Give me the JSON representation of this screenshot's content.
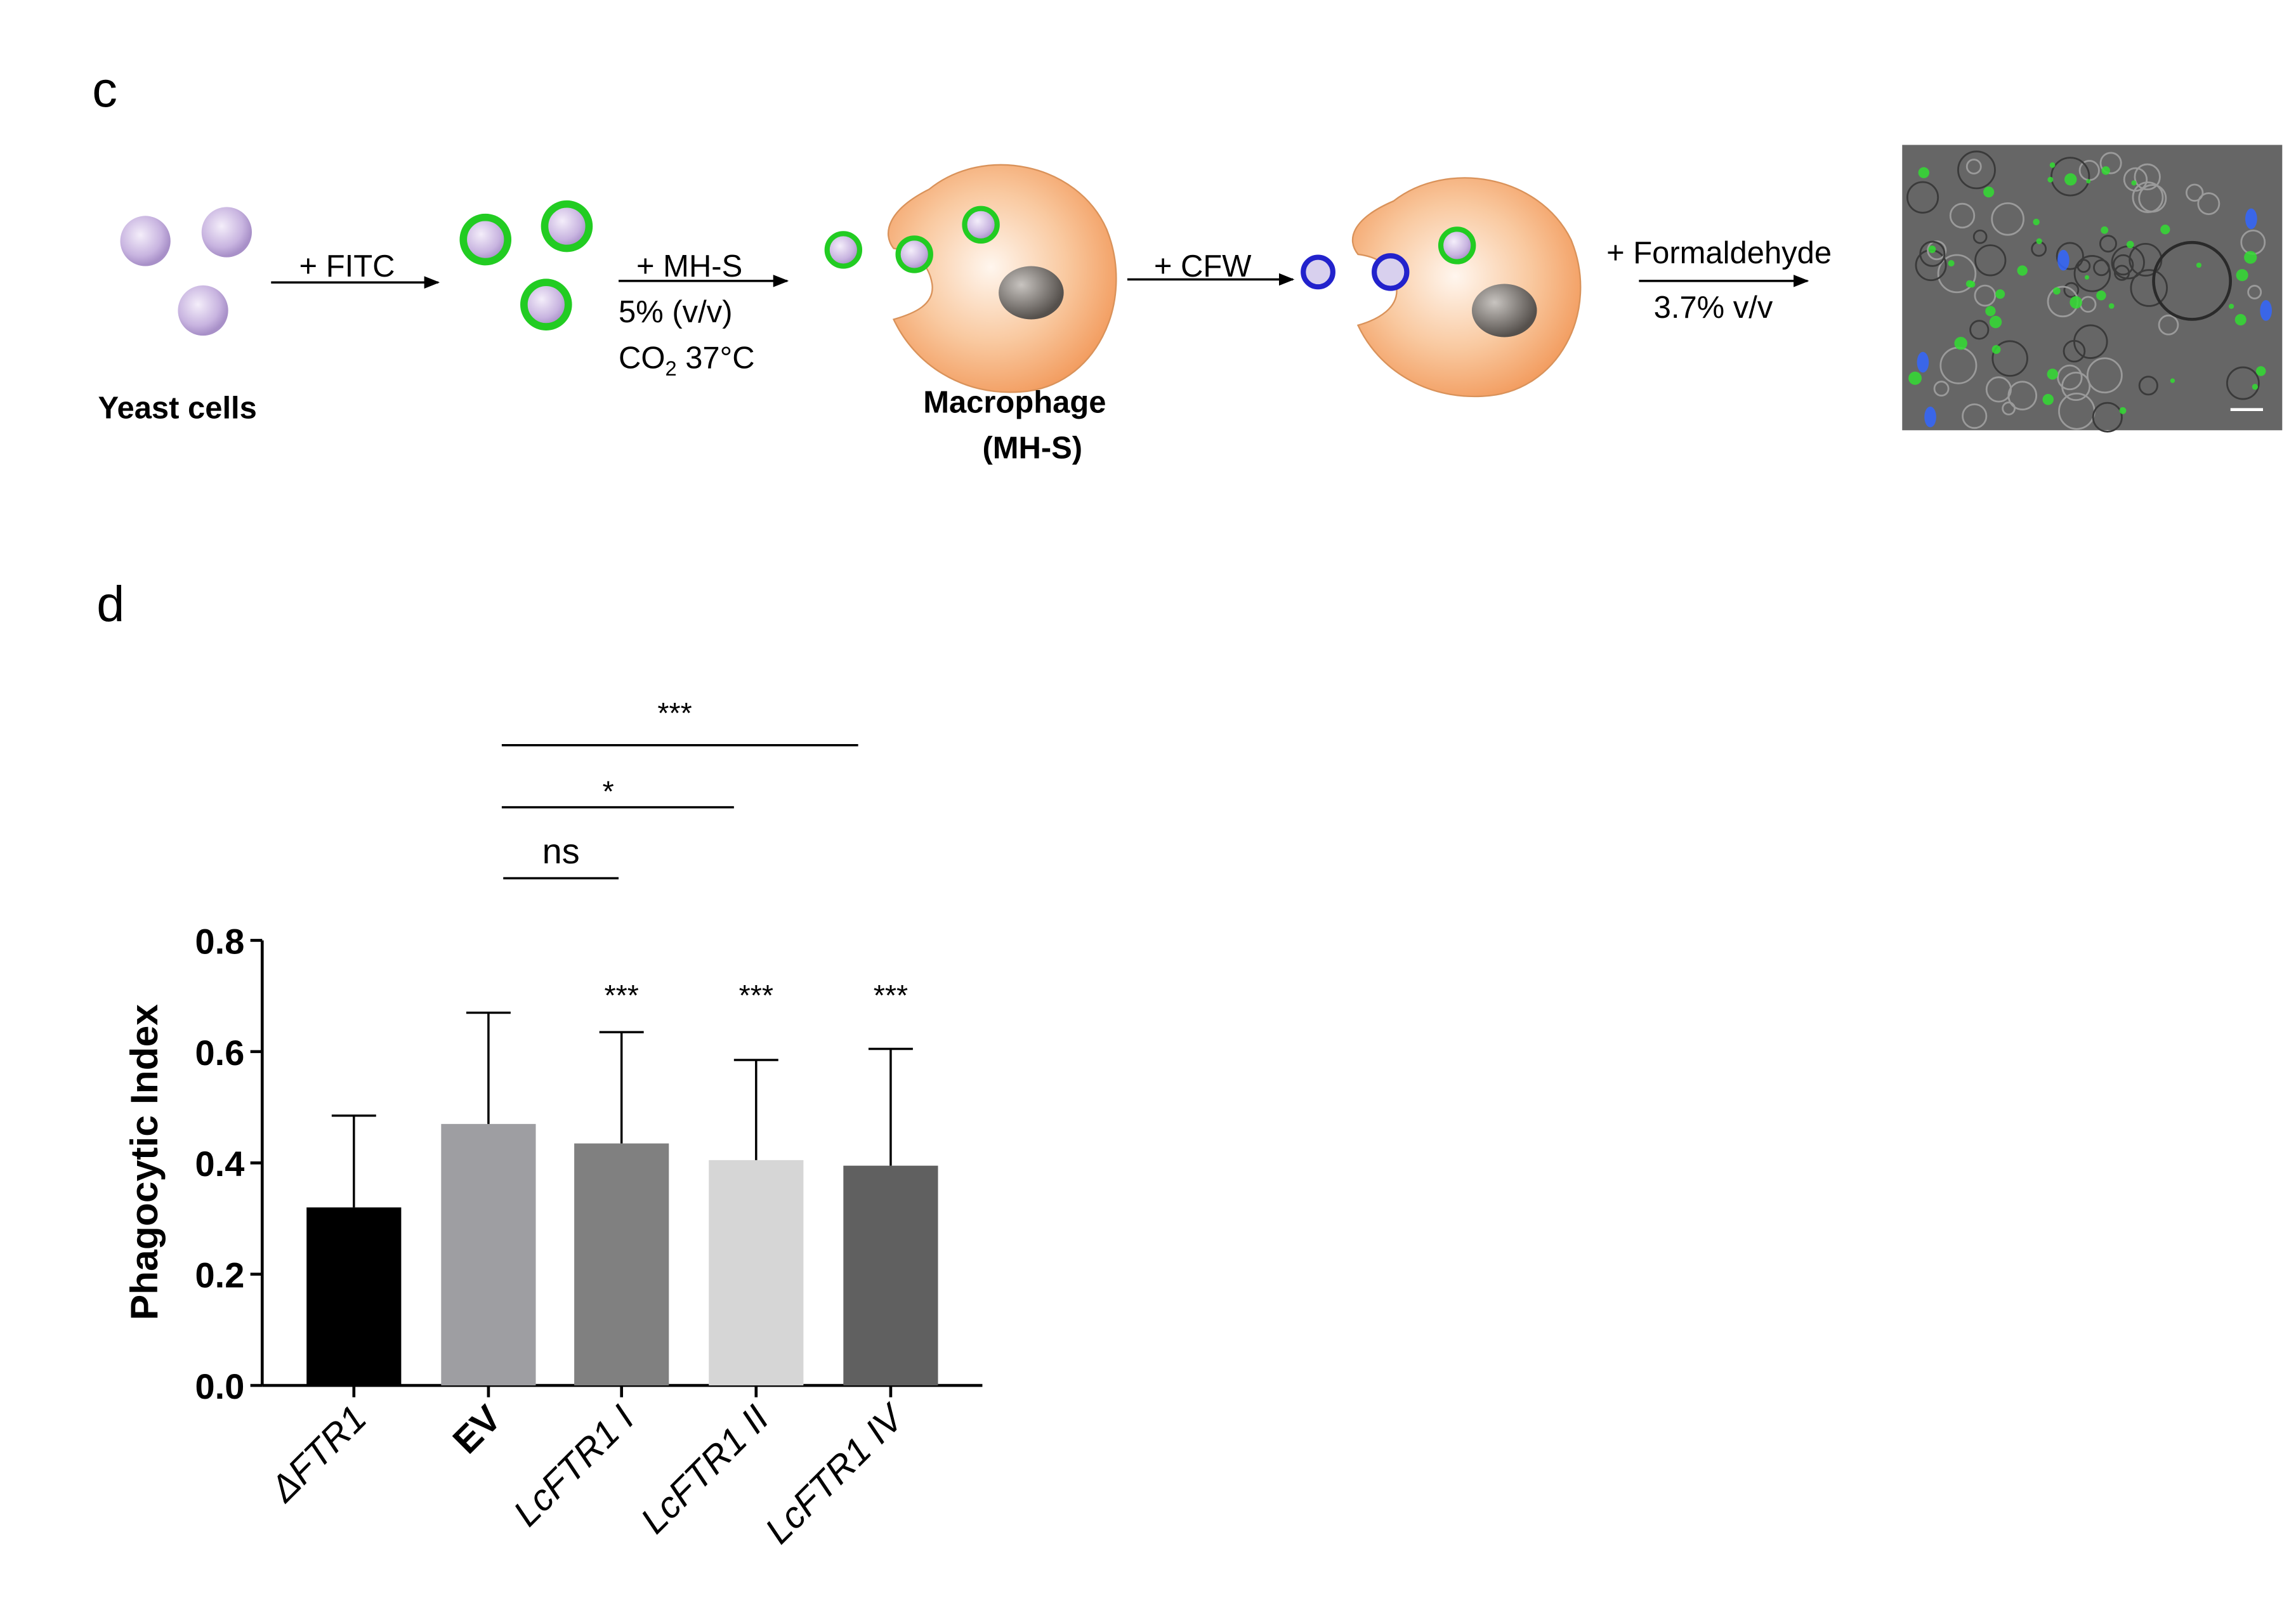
{
  "panel_c": {
    "label": "c",
    "yeast_label": "Yeast cells",
    "step1": "+ FITC",
    "step2": [
      "+ MH-S",
      "5% (v/v)",
      "CO",
      "2",
      " 37°C"
    ],
    "macrophage_label": [
      "Macrophage",
      "(MH-S)"
    ],
    "step3": "+ CFW",
    "step4": [
      "+ Formaldehyde",
      "3.7% v/v"
    ],
    "colors": {
      "yeast": "#c8b4e0",
      "fitc": "#22cc22",
      "cfw": "#2222cc",
      "macrophage": "#f4a46c",
      "nucleus": "#6e6862"
    }
  },
  "panel_d": {
    "label": "d",
    "chart_data": {
      "type": "bar",
      "categories": [
        "ΔFTR1",
        "EV",
        "LcFTR1 I",
        "LcFTR1 II",
        "LcFTR1 IV"
      ],
      "values": [
        0.32,
        0.47,
        0.435,
        0.405,
        0.395
      ],
      "errors": [
        0.165,
        0.2,
        0.2,
        0.18,
        0.21
      ],
      "colors": [
        "#000000",
        "#9e9ea2",
        "#808080",
        "#d6d6d6",
        "#606060"
      ],
      "ylabel": "Phagocytic Index",
      "ylim": [
        0,
        0.8
      ],
      "yticks": [
        "0.0",
        "0.2",
        "0.4",
        "0.6",
        "0.8"
      ],
      "bar_sig": [
        "",
        "",
        "***",
        "***",
        "***"
      ],
      "comparisons": [
        {
          "from": 1,
          "to": 2,
          "label": "ns"
        },
        {
          "from": 1,
          "to": 3,
          "label": "*"
        },
        {
          "from": 1,
          "to": 4,
          "label": "***"
        }
      ]
    }
  }
}
